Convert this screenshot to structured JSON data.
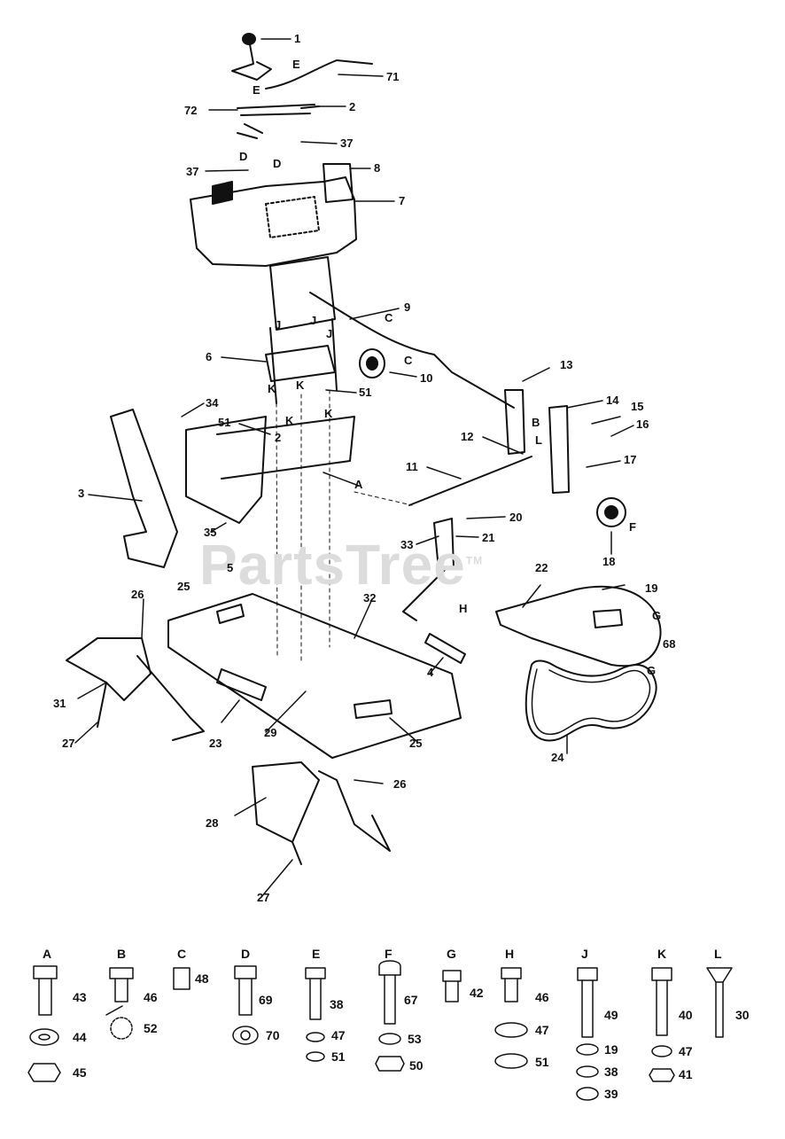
{
  "watermark": "PartsTree",
  "watermark_mark": "TM",
  "callouts": {
    "c1": "1",
    "c71": "71",
    "c72": "72",
    "c2a": "2",
    "c37a": "37",
    "c37b": "37",
    "c8": "8",
    "c7": "7",
    "c9": "9",
    "c6": "6",
    "c51a": "51",
    "c51b": "51",
    "c10": "10",
    "c13": "13",
    "c14": "14",
    "c15": "15",
    "c16": "16",
    "c17": "17",
    "c12": "12",
    "c11": "11",
    "c34": "34",
    "c3": "3",
    "c35": "35",
    "c5": "5",
    "c2b": "2",
    "c20": "20",
    "c21": "21",
    "c33": "33",
    "c18": "18",
    "c22": "22",
    "c19": "19",
    "c68": "68",
    "c25a": "25",
    "c32": "32",
    "c26a": "26",
    "c4": "4",
    "c31": "31",
    "c27a": "27",
    "c23": "23",
    "c29": "29",
    "c25b": "25",
    "c24": "24",
    "c28": "28",
    "c26b": "26",
    "c27b": "27"
  },
  "letters": {
    "E1": "E",
    "E2": "E",
    "D1": "D",
    "D2": "D",
    "C1": "C",
    "C2": "C",
    "J1": "J",
    "J2": "J",
    "J3": "J",
    "K1": "K",
    "K2": "K",
    "K3": "K",
    "K4": "K",
    "B1": "B",
    "L1": "L",
    "A1": "A",
    "F1": "F",
    "H1": "H",
    "G1": "G",
    "G2": "G"
  },
  "hardware": [
    {
      "letter": "A",
      "parts": [
        "43",
        "44",
        "45"
      ]
    },
    {
      "letter": "B",
      "parts": [
        "46",
        "52"
      ]
    },
    {
      "letter": "C",
      "parts": [
        "48"
      ]
    },
    {
      "letter": "D",
      "parts": [
        "69",
        "70"
      ]
    },
    {
      "letter": "E",
      "parts": [
        "38",
        "47",
        "51"
      ]
    },
    {
      "letter": "F",
      "parts": [
        "67",
        "53",
        "50"
      ]
    },
    {
      "letter": "G",
      "parts": [
        "42"
      ]
    },
    {
      "letter": "H",
      "parts": [
        "46",
        "47",
        "51"
      ]
    },
    {
      "letter": "J",
      "parts": [
        "49",
        "19",
        "38",
        "39"
      ]
    },
    {
      "letter": "K",
      "parts": [
        "40",
        "47",
        "41"
      ]
    },
    {
      "letter": "L",
      "parts": [
        "30"
      ]
    }
  ]
}
